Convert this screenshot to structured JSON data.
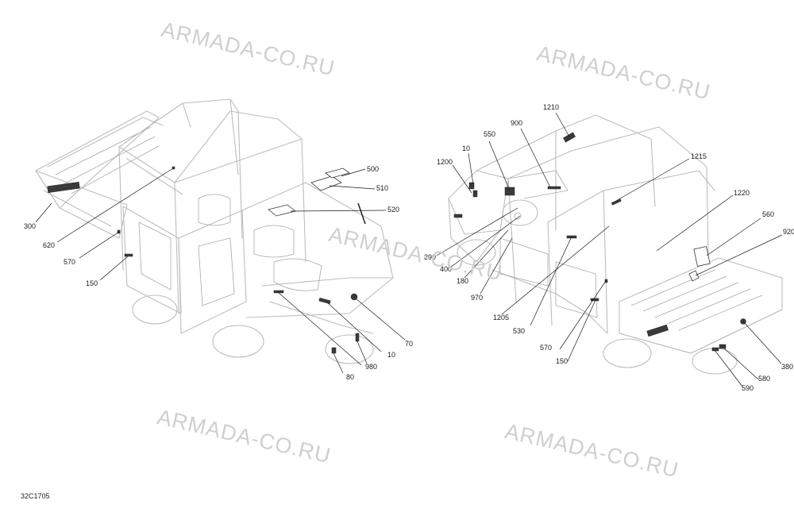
{
  "watermark_text": "ARMADA-CO.RU",
  "diagram_code": "32C1705",
  "left_view_callouts": [
    "500",
    "510",
    "520",
    "300",
    "620",
    "570",
    "150",
    "70",
    "10",
    "980",
    "80"
  ],
  "right_view_callouts": [
    "1210",
    "900",
    "550",
    "10",
    "1200",
    "1215",
    "1220",
    "560",
    "920",
    "390",
    "400",
    "180",
    "970",
    "1205",
    "530",
    "570",
    "150",
    "380",
    "580",
    "590"
  ]
}
